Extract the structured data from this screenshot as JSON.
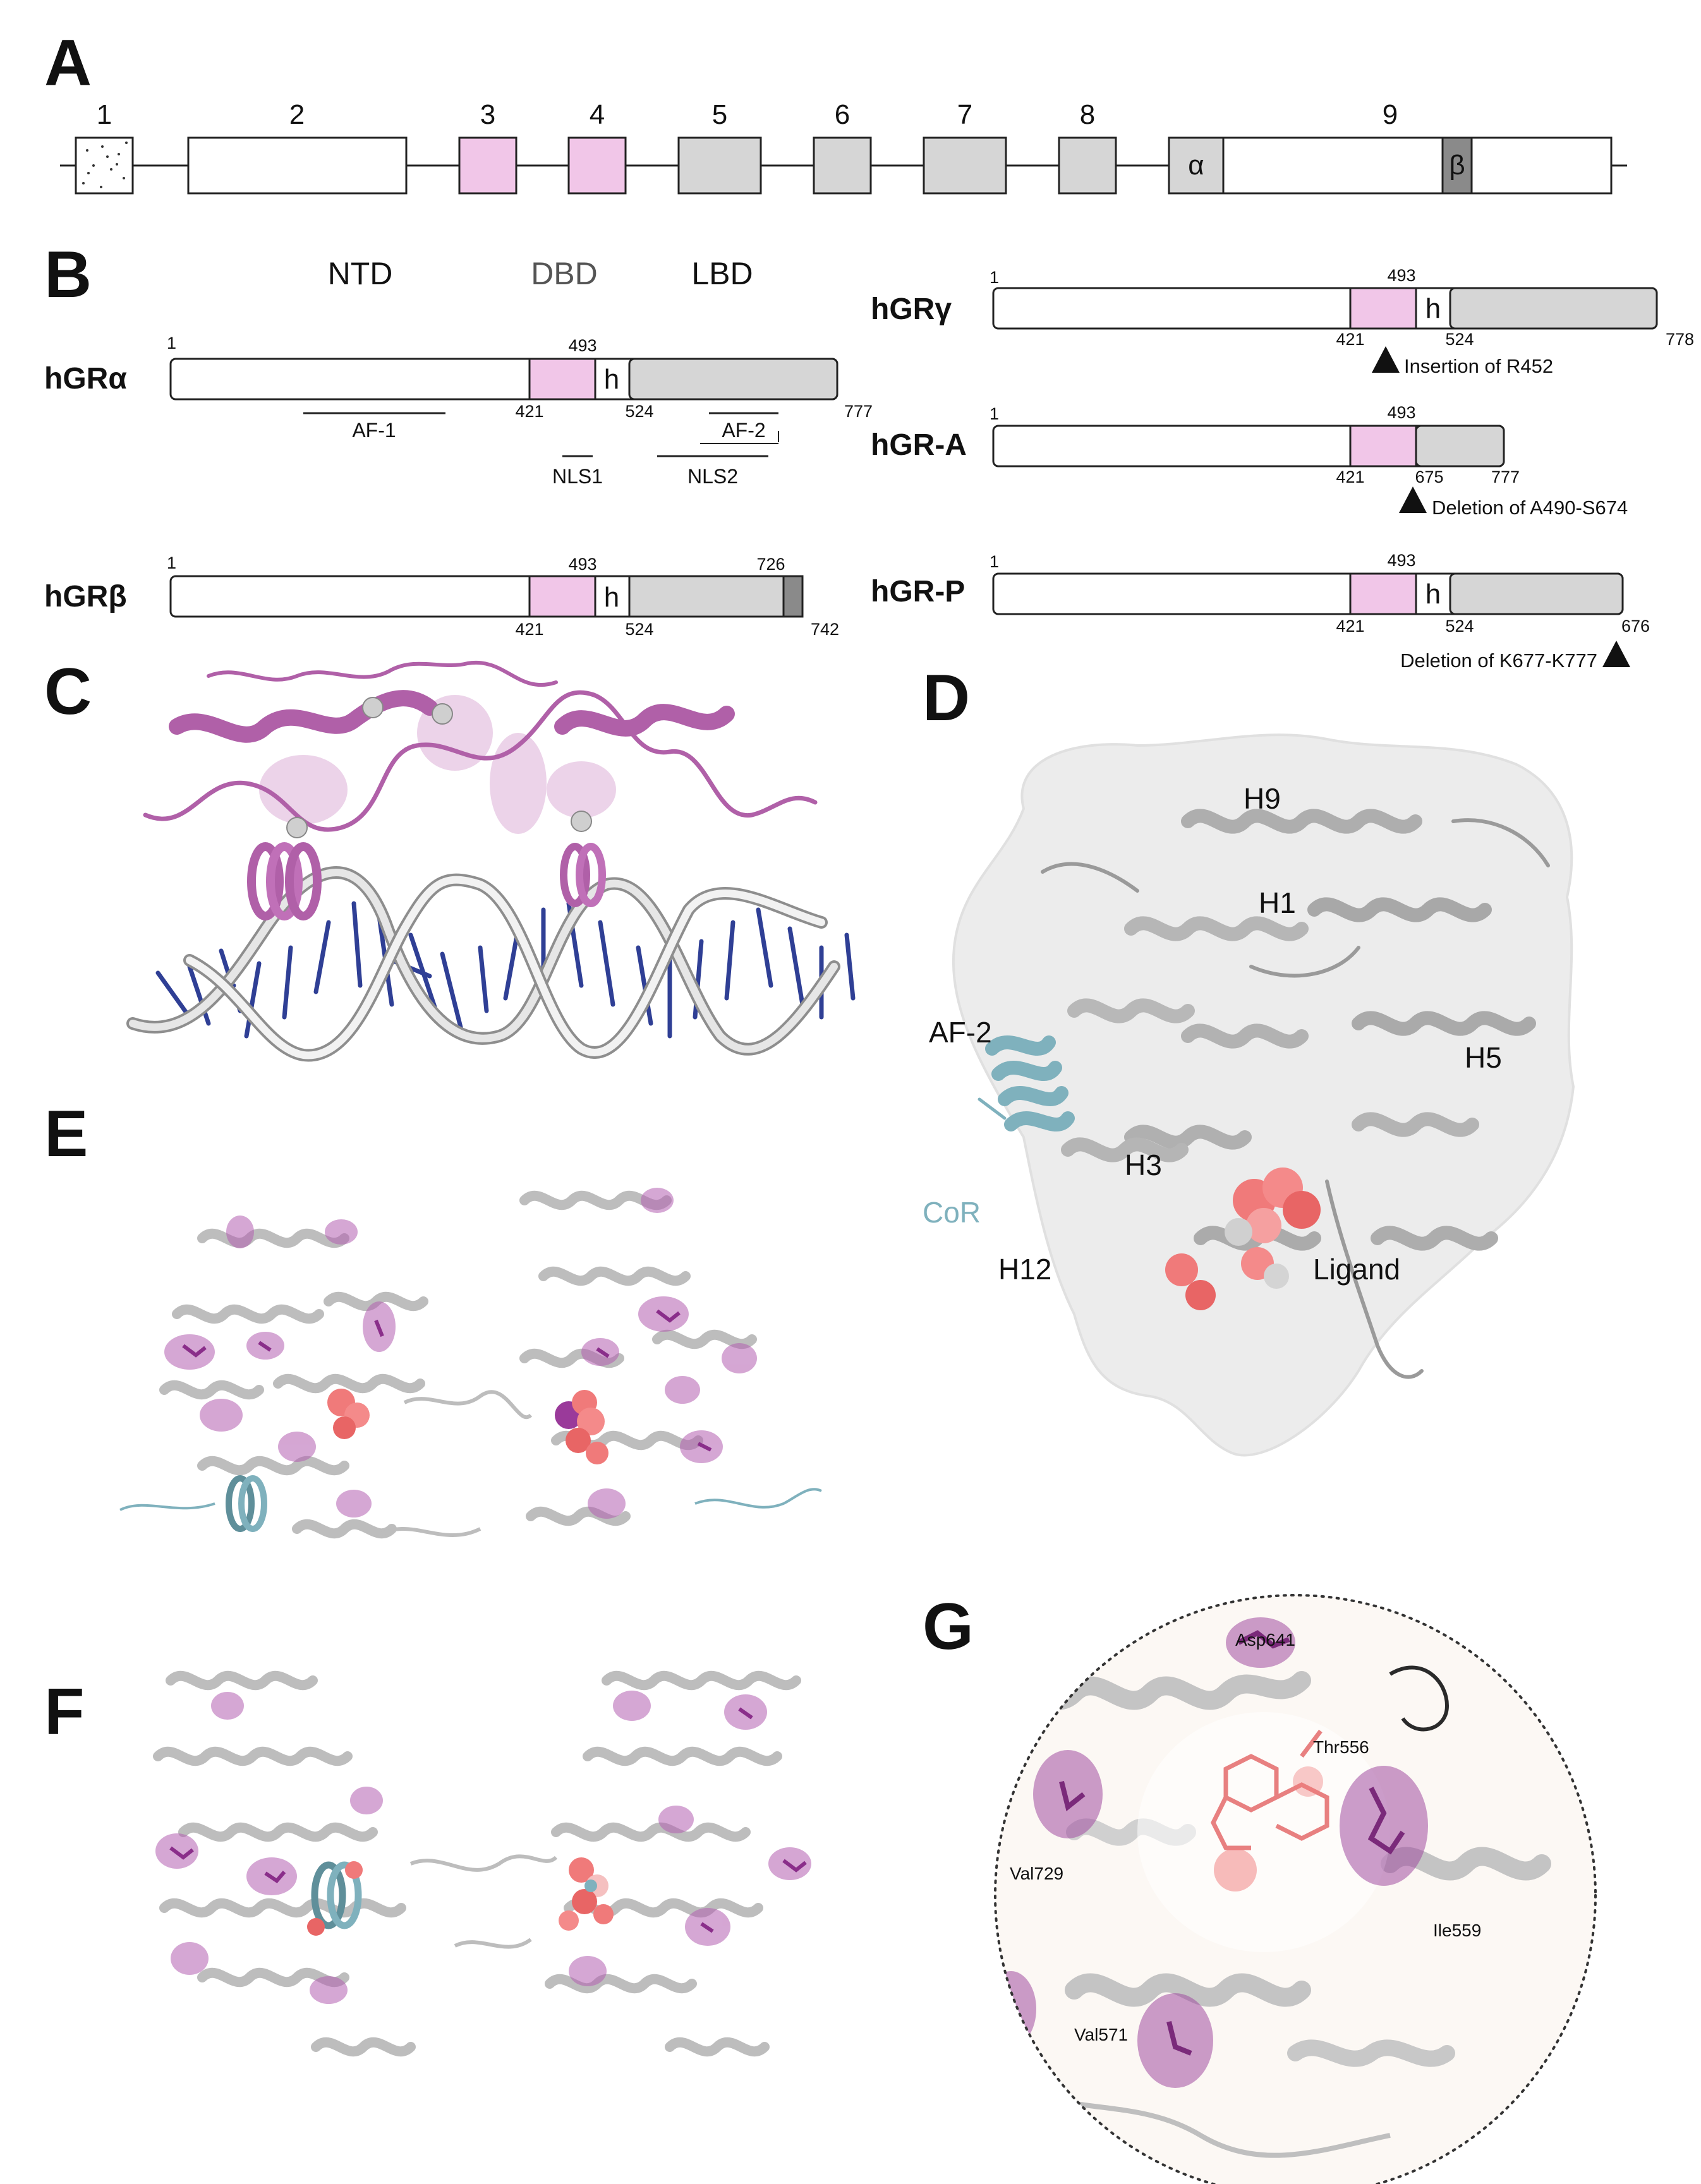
{
  "panels": {
    "A": "A",
    "B": "B",
    "C": "C",
    "D": "D",
    "E": "E",
    "F": "F",
    "G": "G"
  },
  "exons": {
    "numbers": [
      "1",
      "2",
      "3",
      "4",
      "5",
      "6",
      "7",
      "8",
      "9"
    ],
    "alpha": "α",
    "beta": "β",
    "colors": {
      "pink": "#f1c6e8",
      "gray": "#d6d6d6",
      "darkgray": "#8a8a8a",
      "white": "#ffffff"
    }
  },
  "domains": {
    "ntd": "NTD",
    "dbd": "DBD",
    "lbd": "LBD"
  },
  "isoforms": {
    "alpha": {
      "name": "hGRα",
      "start": "1",
      "dbd_start": "421",
      "dbd_end": "493",
      "hinge": "h",
      "lbd_start": "524",
      "end": "777",
      "af1": "AF-1",
      "af2": "AF-2",
      "nls1": "NLS1",
      "nls2": "NLS2"
    },
    "beta": {
      "name": "hGRβ",
      "start": "1",
      "dbd_start": "421",
      "dbd_end": "493",
      "hinge": "h",
      "lbd_start": "524",
      "pos726": "726",
      "end": "742"
    },
    "gamma": {
      "name": "hGRγ",
      "start": "1",
      "dbd_start": "421",
      "dbd_end": "493",
      "hinge": "h",
      "lbd_start": "524",
      "end": "778",
      "note": "Insertion of R452"
    },
    "A": {
      "name": "hGR-A",
      "start": "1",
      "dbd_start": "421",
      "dbd_end": "493",
      "pos675": "675",
      "end": "777",
      "note": "Deletion of A490-S674"
    },
    "P": {
      "name": "hGR-P",
      "start": "1",
      "dbd_start": "421",
      "dbd_end": "493",
      "hinge": "h",
      "lbd_start": "524",
      "end": "676",
      "note": "Deletion of K677-K777"
    }
  },
  "panelD": {
    "h9": "H9",
    "h1": "H1",
    "af2": "AF-2",
    "h5": "H5",
    "h3": "H3",
    "cor": "CoR",
    "h12": "H12",
    "ligand": "Ligand"
  },
  "panelG": {
    "asp": "Asp641",
    "thr": "Thr556",
    "val729": "Val729",
    "ile": "Ile559",
    "val571": "Val571"
  },
  "colors": {
    "pink_domain": "#f1c6e8",
    "magenta": "#a040a0",
    "protein_gray": "#c8c8c8",
    "cor_teal": "#7fb1bd",
    "ligand_red": "#f07a7a",
    "dna_blue": "#2f3f95"
  }
}
